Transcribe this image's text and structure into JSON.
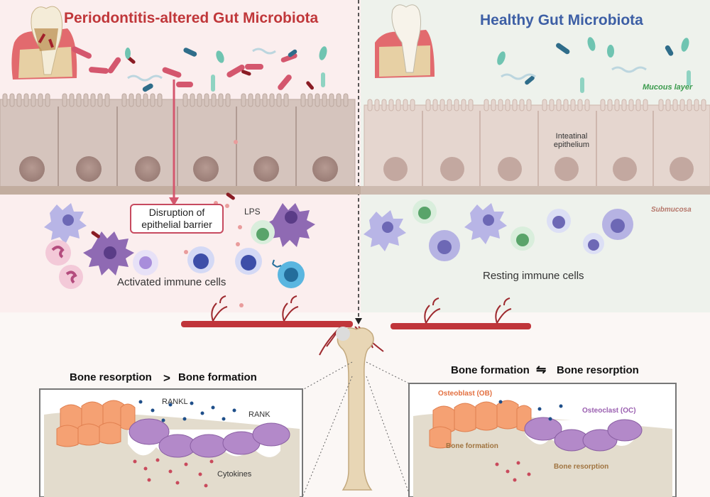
{
  "left_panel": {
    "title": "Periodontitis-altered Gut Microbiota",
    "barrier_label": "Disruption of epithelial barrier",
    "lps_label": "LPS",
    "immune_label": "Activated immune cells"
  },
  "right_panel": {
    "title": "Healthy Gut Microbiota",
    "mucous_label": "Mucous layer",
    "epithelium_label": "Inteatinal epithelium",
    "submucosa_label": "Submucosa",
    "immune_label": "Resting immune cells"
  },
  "bottom_left": {
    "heading_a": "Bone resorption",
    "heading_op": ">",
    "heading_b": "Bone formation",
    "rankl_label": "RANKL",
    "rank_label": "RANK",
    "cytokines_label": "Cytokines"
  },
  "bottom_right": {
    "heading_a": "Bone formation",
    "heading_op": "⇋",
    "heading_b": "Bone resorption",
    "ob_label": "Osteoblast (OB)",
    "oc_label": "Osteoclast (OC)",
    "formation_label": "Bone formation",
    "resorption_label": "Bone resorption"
  },
  "colors": {
    "left_bg": "#fbeeee",
    "right_bg": "#eef2ec",
    "title_left": "#c0373a",
    "title_right": "#3d5fa5",
    "epithelium": "#d5c4bd",
    "bone": "#e8d6b5"
  }
}
